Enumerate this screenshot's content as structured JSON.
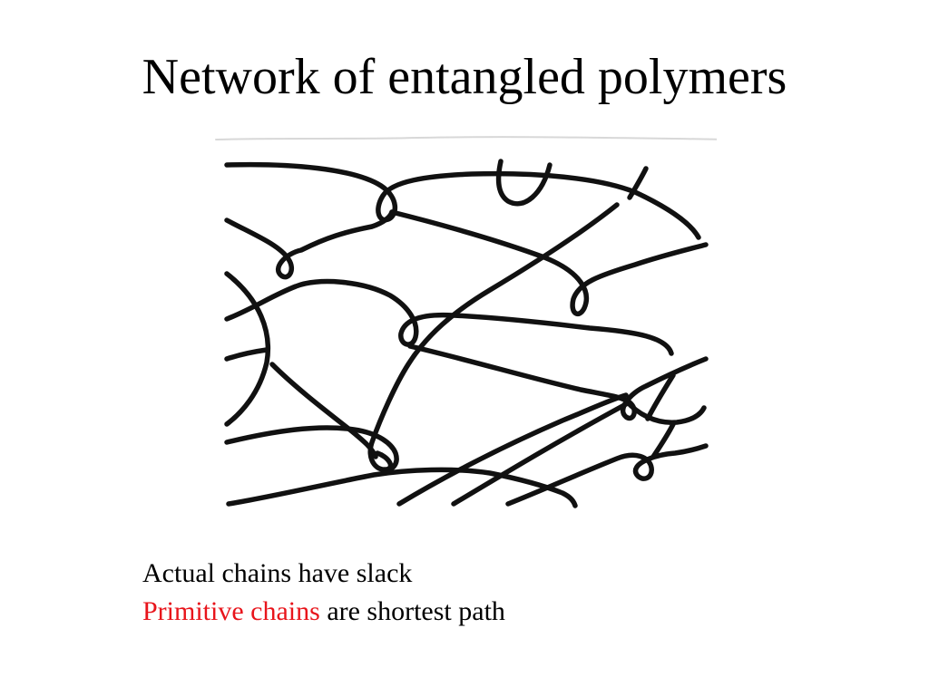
{
  "slide": {
    "title": "Network of entangled polymers"
  },
  "caption": {
    "line1": "Actual chains have slack",
    "line2_highlight": "Primitive chains",
    "line2_rest": " are shortest path"
  },
  "colors": {
    "text": "#000000",
    "highlight": "#e8141b",
    "chain_stroke": "#111111",
    "background": "#ffffff"
  }
}
